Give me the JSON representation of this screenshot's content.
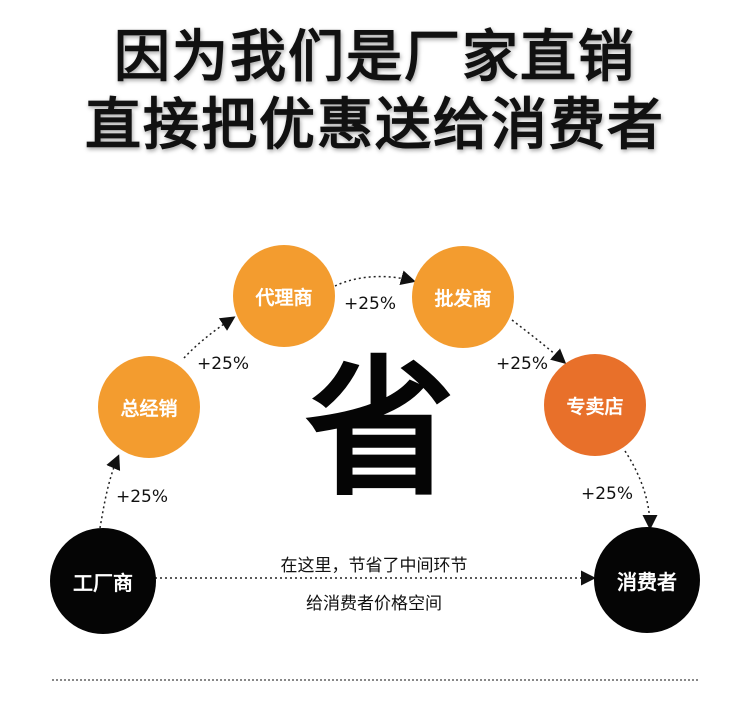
{
  "headline": {
    "line1": "因为我们是厂家直销",
    "line2": "直接把优惠送给消费者"
  },
  "center_char": "省",
  "nodes": {
    "manufacturer": "工厂商",
    "distributor": "总经销",
    "agent": "代理商",
    "wholesaler": "批发商",
    "retailer": "专卖店",
    "consumer": "消费者"
  },
  "markups": [
    "+25%",
    "+25%",
    "+25%",
    "+25%",
    "+25%"
  ],
  "note": {
    "line1": "在这里，节省了中间环节",
    "line2": "给消费者价格空间"
  },
  "colors": {
    "orange": "#f39c2f",
    "dark_orange": "#e8702a",
    "black": "#050505"
  }
}
